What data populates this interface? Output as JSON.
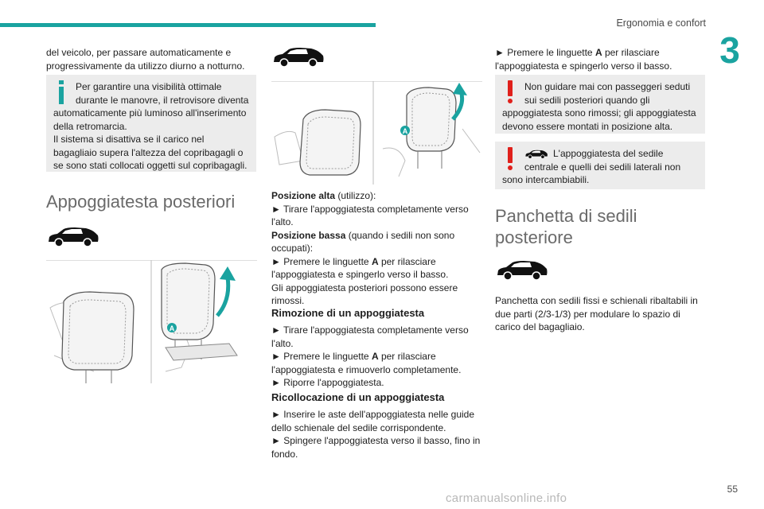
{
  "header": {
    "section_title": "Ergonomia e confort",
    "chapter_number": "3",
    "page_number": "55"
  },
  "watermark": "carmanualsonline.info",
  "col1": {
    "intro_text": "del veicolo, per passare automaticamente e progressivamente da utilizzo diurno a notturno.",
    "info_note": {
      "icon": "info-icon",
      "text": "Per garantire una visibilità ottimale durante le manovre, il retrovisore diventa automaticamente più luminoso all'inserimento della retromarcia.",
      "text2": "Il sistema si disattiva se il carico nel bagagliaio supera l'altezza del copribagagli o se sono stati collocati oggetti sul copribagagli."
    },
    "heading": "Appoggiatesta posteriori",
    "figure_label": "A"
  },
  "col2": {
    "figure_label": "A",
    "pos_alta_label": "Posizione alta",
    "pos_alta_suffix": " (utilizzo):",
    "step1": "► Tirare l'appoggiatesta completamente verso l'alto.",
    "pos_bassa_label": "Posizione bassa",
    "pos_bassa_suffix": " (quando i sedili non sono occupati):",
    "step2_pre": "► Premere le linguette ",
    "step2_bold": "A",
    "step2_post": " per rilasciare l'appoggiatesta e spingerlo verso il basso.",
    "gli_text": "Gli appoggiatesta posteriori possono essere rimossi.",
    "sub1": "Rimozione di un appoggiatesta",
    "rem1": "► Tirare l'appoggiatesta completamente verso l'alto.",
    "rem2_pre": "► Premere le linguette ",
    "rem2_bold": "A",
    "rem2_post": " per rilasciare l'appoggiatesta e rimuoverlo completamente.",
    "rem3": "► Riporre l'appoggiatesta.",
    "sub2": "Ricollocazione di un appoggiatesta",
    "ric1": "► Inserire le aste dell'appoggiatesta nelle guide dello schienale del sedile corrispondente.",
    "ric2": "► Spingere l'appoggiatesta verso il basso, fino in fondo."
  },
  "col3": {
    "step_pre": "► Premere le linguette ",
    "step_bold": "A",
    "step_post": " per rilasciare l'appoggiatesta e spingerlo verso il basso.",
    "warn1": "Non guidare mai con passeggeri seduti sui sedili posteriori quando gli appoggiatesta sono rimossi; gli appoggiatesta devono essere montati in posizione alta.",
    "warn2": "L'appoggiatesta del sedile centrale e quelli dei sedili laterali non sono intercambiabili.",
    "heading": "Panchetta di sedili posteriore",
    "body": "Panchetta con sedili fissi e schienali ribaltabili in due parti (2/3-1/3) per modulare lo spazio di carico del bagagliaio."
  },
  "colors": {
    "accent": "#1aa3a0",
    "warning": "#e0201b",
    "note_bg": "#ececec",
    "arrow": "#1aa3a0"
  }
}
